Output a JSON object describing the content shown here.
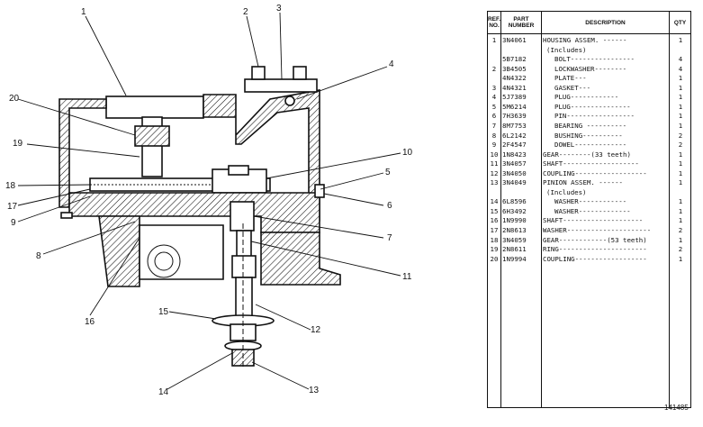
{
  "callouts": [
    "1",
    "2",
    "3",
    "4",
    "5",
    "6",
    "7",
    "8",
    "9",
    "10",
    "11",
    "12",
    "13",
    "14",
    "15",
    "16",
    "17",
    "18",
    "19",
    "20"
  ],
  "table": {
    "headers": {
      "ref": "REF. NO.",
      "part": "PART NUMBER",
      "desc": "DESCRIPTION",
      "qty": "QTY"
    },
    "rows": [
      {
        "ref": "1",
        "part": "3N4061",
        "desc": "HOUSING ASSEM. ------",
        "qty": "1",
        "indent": 0
      },
      {
        "ref": "",
        "part": "",
        "desc": "(Includes)",
        "qty": "",
        "indent": 1
      },
      {
        "ref": "",
        "part": "5B7182",
        "desc": "BOLT----------------",
        "qty": "4",
        "indent": 2
      },
      {
        "ref": "2",
        "part": "3B4505",
        "desc": "LOCKWASHER--------",
        "qty": "4",
        "indent": 2
      },
      {
        "ref": "",
        "part": "4N4322",
        "desc": "PLATE---",
        "qty": "1",
        "indent": 2
      },
      {
        "ref": "3",
        "part": "4N4321",
        "desc": "GASKET---",
        "qty": "1",
        "indent": 2
      },
      {
        "ref": "4",
        "part": "5J7389",
        "desc": "PLUG------------",
        "qty": "1",
        "indent": 2
      },
      {
        "ref": "5",
        "part": "5M6214",
        "desc": "PLUG---------------",
        "qty": "1",
        "indent": 2
      },
      {
        "ref": "6",
        "part": "7H3639",
        "desc": "PIN-----------------",
        "qty": "1",
        "indent": 2
      },
      {
        "ref": "7",
        "part": "8M7753",
        "desc": "BEARING ----------",
        "qty": "1",
        "indent": 2
      },
      {
        "ref": "8",
        "part": "6L2142",
        "desc": "BUSHING----------",
        "qty": "2",
        "indent": 2
      },
      {
        "ref": "9",
        "part": "2F4547",
        "desc": "DOWEL-------------",
        "qty": "2",
        "indent": 2
      },
      {
        "ref": "10",
        "part": "1N8423",
        "desc": "GEAR--------(33 teeth)",
        "qty": "1",
        "indent": 0
      },
      {
        "ref": "11",
        "part": "3N4057",
        "desc": "SHAFT-------------------",
        "qty": "1",
        "indent": 0
      },
      {
        "ref": "12",
        "part": "3N4050",
        "desc": "COUPLING------------------",
        "qty": "1",
        "indent": 0
      },
      {
        "ref": "13",
        "part": "3N4049",
        "desc": "PINION ASSEM. ------",
        "qty": "1",
        "indent": 0
      },
      {
        "ref": "",
        "part": "",
        "desc": "(Includes)",
        "qty": "",
        "indent": 1
      },
      {
        "ref": "14",
        "part": "6L8596",
        "desc": "WASHER------------",
        "qty": "1",
        "indent": 2
      },
      {
        "ref": "15",
        "part": "6H3492",
        "desc": "WASHER-------------",
        "qty": "1",
        "indent": 2
      },
      {
        "ref": "16",
        "part": "1N9990",
        "desc": "SHAFT--------------------",
        "qty": "1",
        "indent": 0
      },
      {
        "ref": "17",
        "part": "2N8613",
        "desc": "WASHER---------------------",
        "qty": "2",
        "indent": 0
      },
      {
        "ref": "18",
        "part": "3N4059",
        "desc": "GEAR------------(53 teeth)",
        "qty": "1",
        "indent": 0
      },
      {
        "ref": "19",
        "part": "2N8611",
        "desc": "RING----------------------",
        "qty": "2",
        "indent": 0
      },
      {
        "ref": "20",
        "part": "1N9994",
        "desc": "COUPLING------------------",
        "qty": "1",
        "indent": 0
      }
    ]
  },
  "page_number": "141485"
}
